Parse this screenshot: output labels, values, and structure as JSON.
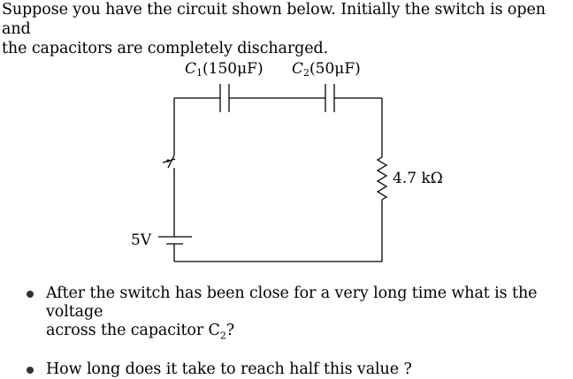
{
  "intro": {
    "line1": "Suppose you have the circuit shown below. Initially the switch is open and",
    "line2": "the capacitors are completely discharged."
  },
  "circuit": {
    "c1_label": "C",
    "c1_sub": "1",
    "c1_value": "(150μF)",
    "c2_label": "C",
    "c2_sub": "2",
    "c2_value": "(50μF)",
    "resistor_label": "4.7 kΩ",
    "source_label": "5V"
  },
  "questions": {
    "q1_line1": "After the switch has been close for a very long time what is the voltage",
    "q1_line2_prefix": "across the capacitor C",
    "q1_line2_sub": "2",
    "q1_line2_suffix": "?",
    "q2": "How long does it take to reach half this value ?"
  }
}
